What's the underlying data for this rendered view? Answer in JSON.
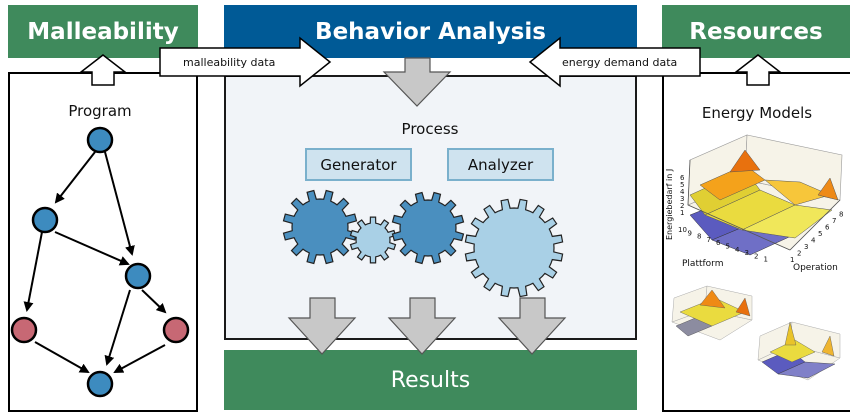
{
  "headers": {
    "malleability": "Malleability",
    "behavior": "Behavior Analysis",
    "resources": "Resources",
    "results": "Results"
  },
  "arrows": {
    "malleability_data": "malleability  data",
    "energy_demand_data": "energy  demand  data"
  },
  "left_panel": {
    "title": "Program"
  },
  "center_panel": {
    "title": "Process",
    "generator": "Generator",
    "analyzer": "Analyzer"
  },
  "right_panel": {
    "title": "Energy Models",
    "plot": {
      "zlabel": "Energiebedarf in J",
      "xlabel": "Plattform",
      "ylabel": "Operation",
      "zticks": [
        "6",
        "5",
        "4",
        "3",
        "2",
        "1"
      ],
      "xticks": [
        "10",
        "9",
        "8",
        "7",
        "6",
        "5",
        "4",
        "3",
        "2",
        "1"
      ],
      "yticks": [
        "1",
        "2",
        "3",
        "4",
        "5",
        "6",
        "7",
        "8"
      ]
    }
  },
  "colors": {
    "green": "#3f8a5c",
    "blue": "#005a96",
    "node_blue": "#3d8bbf",
    "node_red": "#c76874",
    "gear_dark": "#4a8fbf",
    "gear_light": "#a9d0e6",
    "arrow_gray": "#c8c8c8"
  }
}
